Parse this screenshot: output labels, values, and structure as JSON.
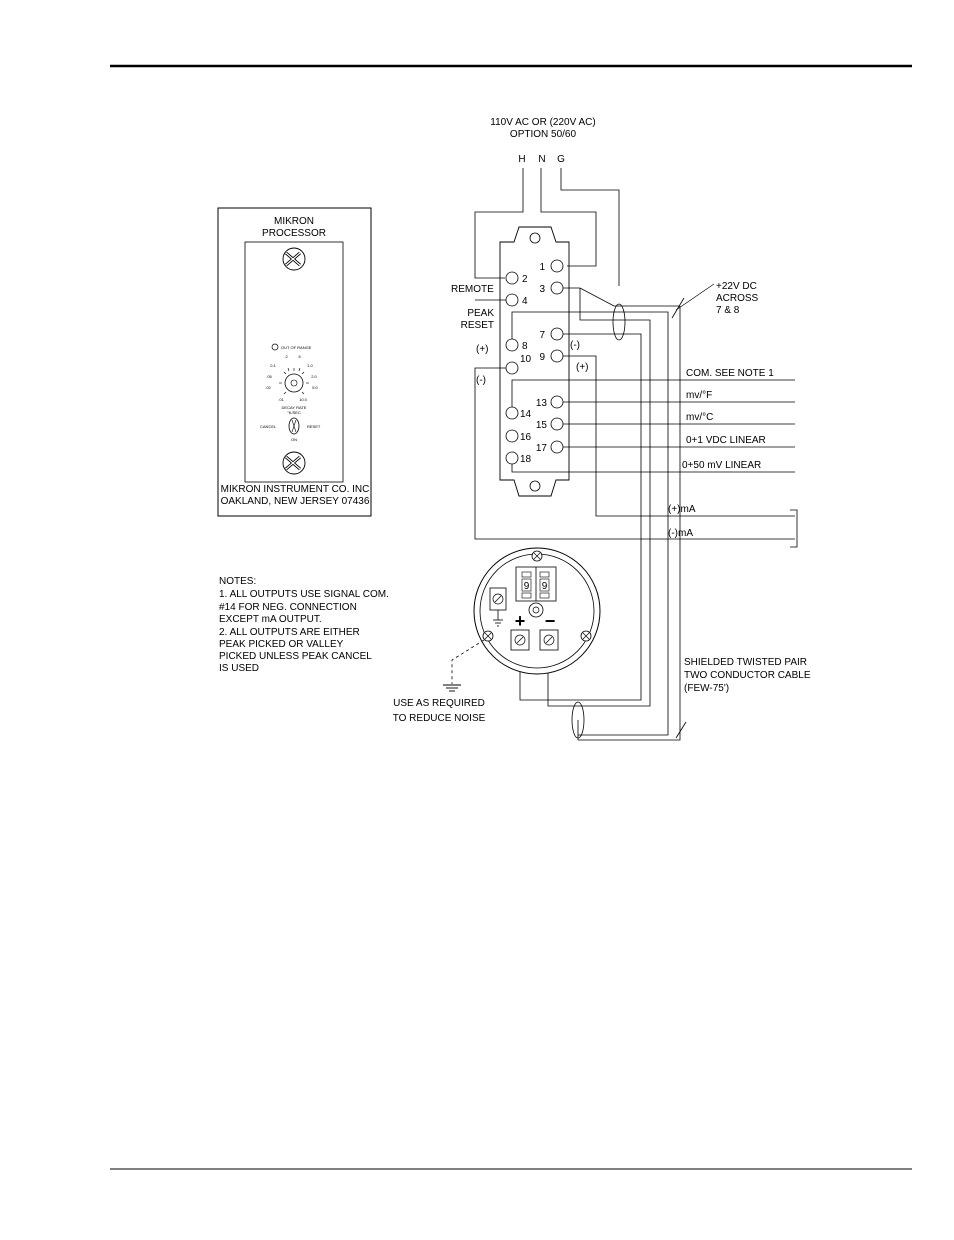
{
  "power": {
    "line1": "110V AC OR (220V AC)",
    "line2": "OPTION 50/60",
    "h": "H",
    "n": "N",
    "g": "G"
  },
  "processor": {
    "title1": "MIKRON",
    "title2": "PROCESSOR",
    "out_of_range": "OUT OF RANGE",
    "dial_labels": [
      ".2",
      ".5",
      "1.0",
      "0.1",
      "2.0",
      ".05",
      "5.0",
      ".02",
      "10.0",
      ".01"
    ],
    "decay_rate": "DECAY RATE",
    "decay_unit": "°K/SEC",
    "cancel": "CANCEL",
    "reset": "RESET",
    "on": "ON",
    "maker1": "MIKRON INSTRUMENT CO. INC",
    "maker2": "OAKLAND, NEW JERSEY 07436"
  },
  "terminals": {
    "t1": "1",
    "t2": "2",
    "t3": "3",
    "t4": "4",
    "t7": "7",
    "t8": "8",
    "t9": "9",
    "t10": "10",
    "t13": "13",
    "t14": "14",
    "t15": "15",
    "t16": "16",
    "t17": "17",
    "t18": "18"
  },
  "labels": {
    "remote": "REMOTE",
    "peak": "PEAK",
    "reset": "RESET",
    "plus_left": "(+)",
    "minus_left": "(-)",
    "minus_right": "(-)",
    "plus_right": "(+)",
    "v22_1": "+22V DC",
    "v22_2": "ACROSS",
    "v22_3": "7 & 8"
  },
  "outputs": {
    "com": "COM. SEE NOTE 1",
    "mvf": "mv/°F",
    "mvc": "mv/°C",
    "vdc": "0+1 VDC LINEAR",
    "mv50": "0+50 mV LINEAR",
    "ma_plus": "(+)mA",
    "ma_minus": "(-)mA"
  },
  "notes": {
    "l1": "NOTES:",
    "l2": "1. ALL OUTPUTS USE SIGNAL COM.",
    "l3": "#14 FOR NEG. CONNECTION",
    "l4": "EXCEPT mA OUTPUT.",
    "l5": "2. ALL OUTPUTS ARE EITHER",
    "l6": "PEAK PICKED OR VALLEY",
    "l7": "PICKED UNLESS PEAK CANCEL",
    "l8": "IS USED"
  },
  "ground": {
    "l1": "USE AS REQUIRED",
    "l2": "TO REDUCE NOISE"
  },
  "cable": {
    "l1": "SHIELDED TWISTED PAIR",
    "l2": "TWO CONDUCTOR CABLE",
    "l3": "(FEW-75')"
  },
  "sensor": {
    "plus": "+",
    "minus": "−",
    "digit1": "9",
    "digit2": "9"
  }
}
